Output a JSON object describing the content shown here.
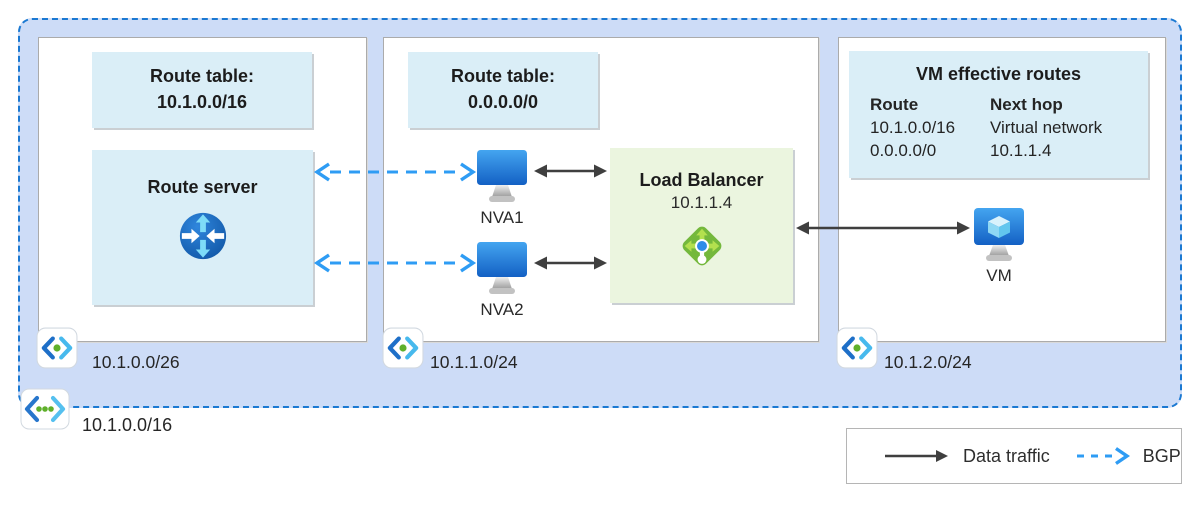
{
  "diagram": {
    "vnet_cidr": "10.1.0.0/16",
    "subnet1": {
      "cidr": "10.1.0.0/26",
      "route_table_title": "Route table:",
      "route_table_value": "10.1.0.0/16",
      "server_label": "Route server"
    },
    "subnet2": {
      "cidr": "10.1.1.0/24",
      "route_table_title": "Route table:",
      "route_table_value": "0.0.0.0/0",
      "nva1_label": "NVA1",
      "nva2_label": "NVA2",
      "lb_title": "Load Balancer",
      "lb_ip": "10.1.1.4"
    },
    "subnet3": {
      "cidr": "10.1.2.0/24",
      "vm_label": "VM",
      "routes": {
        "title": "VM effective routes",
        "col_route": "Route",
        "col_next_hop": "Next hop",
        "rows": [
          {
            "route": "10.1.0.0/16",
            "next_hop": "Virtual network"
          },
          {
            "route": "0.0.0.0/0",
            "next_hop": "10.1.1.4"
          }
        ]
      }
    },
    "legend": {
      "data_traffic": "Data traffic",
      "bgp": "BGP"
    },
    "colors": {
      "outer_bg": "#cddcf7",
      "outer_border": "#1b79d2",
      "cyan_box": "#daeef7",
      "green_box": "#ebf5df",
      "bgp_blue": "#2e9cf4",
      "data_arrow": "#3f3f3f"
    }
  }
}
